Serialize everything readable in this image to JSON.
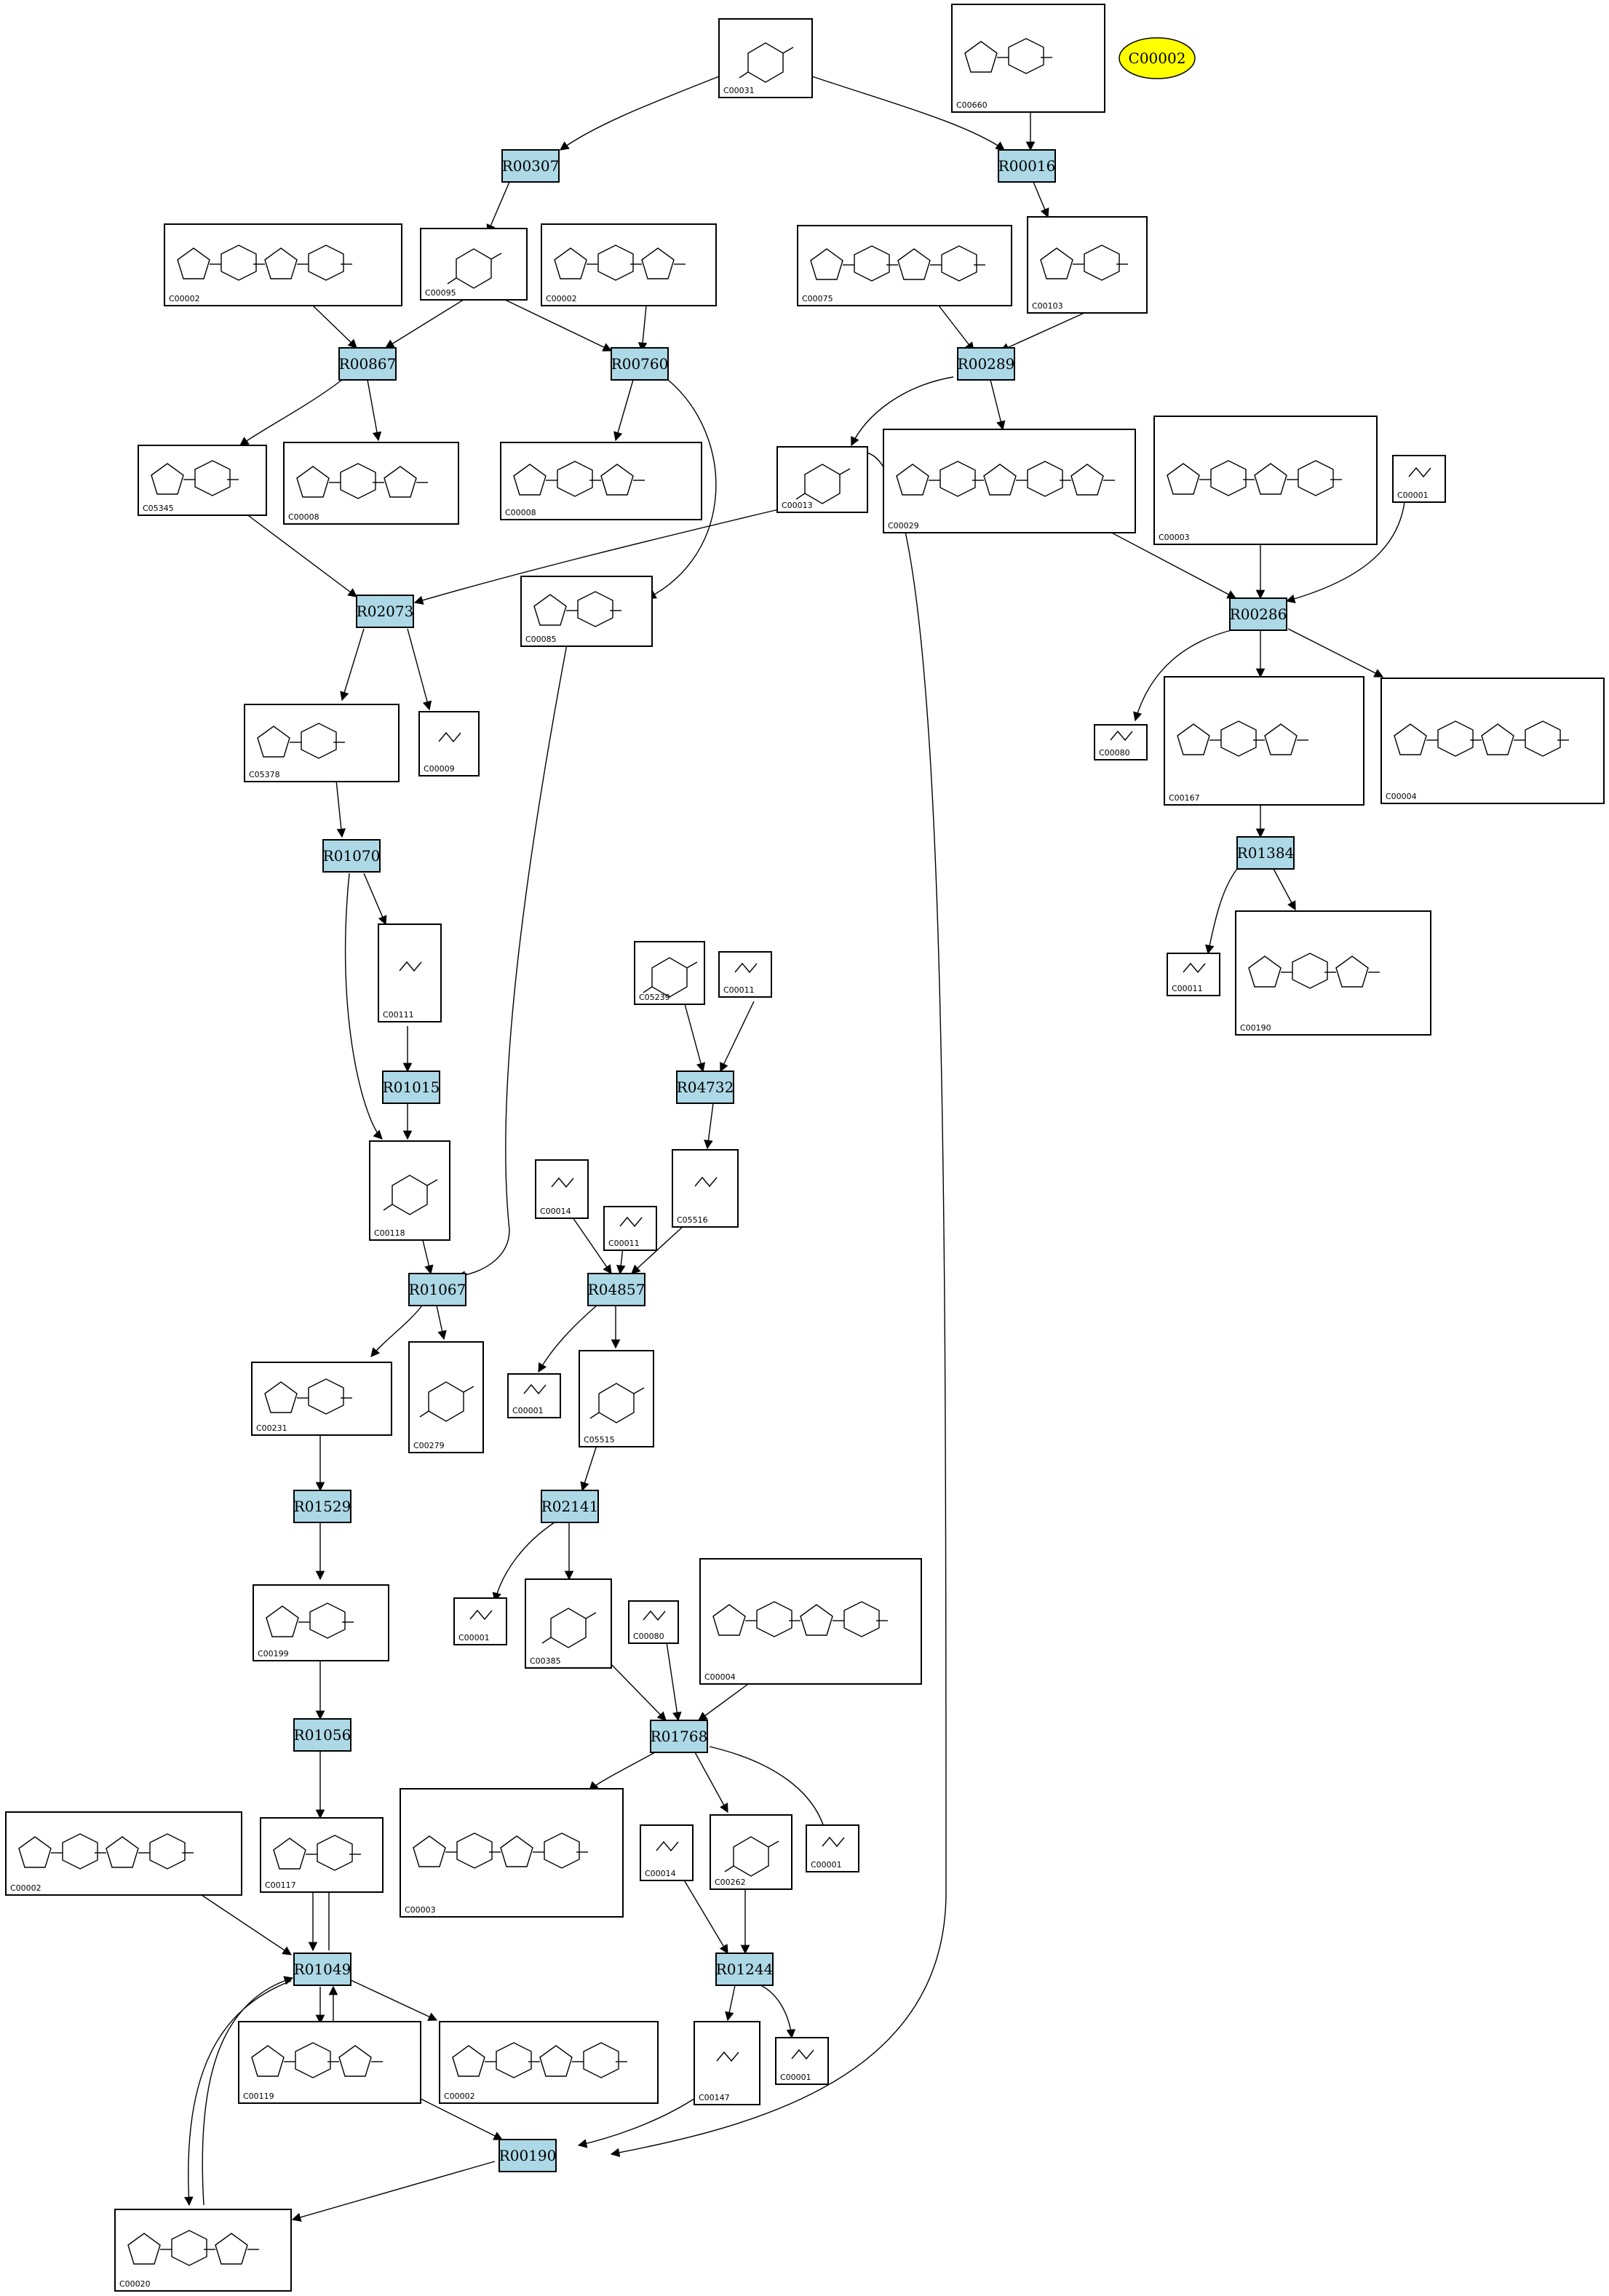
{
  "legend": {
    "label": "C00002",
    "color": "#ffff00"
  },
  "colors": {
    "reaction_fill": "#add8e6",
    "compound_fill": "#ffffff",
    "line": "#000000"
  },
  "reactions": [
    "R00307",
    "R00016",
    "R00867",
    "R00760",
    "R00289",
    "R00286",
    "R02073",
    "R01384",
    "R01070",
    "R04732",
    "R01015",
    "R01067",
    "R04857",
    "R01529",
    "R02141",
    "R01768",
    "R01056",
    "R01049",
    "R01244",
    "R00190"
  ],
  "compounds": [
    {
      "label": "C00031",
      "icon": "hexose-ring"
    },
    {
      "label": "C00660",
      "icon": "hexose-bisphosphate"
    },
    {
      "label": "C00002",
      "icon": "atp-structure"
    },
    {
      "label": "C00095",
      "icon": "furanose-ring"
    },
    {
      "label": "C00002",
      "icon": "atp-structure"
    },
    {
      "label": "C00075",
      "icon": "utp-structure"
    },
    {
      "label": "C00103",
      "icon": "hexose-phosphate"
    },
    {
      "label": "C05345",
      "icon": "furanose-phosphate"
    },
    {
      "label": "C00008",
      "icon": "adp-structure"
    },
    {
      "label": "C00008",
      "icon": "adp-structure"
    },
    {
      "label": "C00013",
      "icon": "pyrophosphate"
    },
    {
      "label": "C00029",
      "icon": "udp-glucose"
    },
    {
      "label": "C00003",
      "icon": "nad-structure"
    },
    {
      "label": "C00001",
      "icon": "water"
    },
    {
      "label": "C00085",
      "icon": "furanose-phosphate"
    },
    {
      "label": "C05378",
      "icon": "furanose-bisphosphate"
    },
    {
      "label": "C00009",
      "icon": "phosphate"
    },
    {
      "label": "C00080",
      "icon": "proton"
    },
    {
      "label": "C00167",
      "icon": "udp-glucuronate"
    },
    {
      "label": "C00004",
      "icon": "nadh-structure"
    },
    {
      "label": "C00111",
      "icon": "dihydroxyacetone-phosphate"
    },
    {
      "label": "C05239",
      "icon": "imidazole"
    },
    {
      "label": "C00011",
      "icon": "co2"
    },
    {
      "label": "C00011",
      "icon": "co2"
    },
    {
      "label": "C00190",
      "icon": "udp-xylose"
    },
    {
      "label": "C00118",
      "icon": "glyceraldehyde-phosphate"
    },
    {
      "label": "C00014",
      "icon": "ammonia"
    },
    {
      "label": "C00011",
      "icon": "co2"
    },
    {
      "label": "C05516",
      "icon": "imidazole-carboxylate"
    },
    {
      "label": "C00231",
      "icon": "xylulose-phosphate"
    },
    {
      "label": "C00279",
      "icon": "erythrose-phosphate"
    },
    {
      "label": "C00001",
      "icon": "water"
    },
    {
      "label": "C05515",
      "icon": "imidazole-carboxamide"
    },
    {
      "label": "C00199",
      "icon": "ribulose-phosphate"
    },
    {
      "label": "C00001",
      "icon": "water"
    },
    {
      "label": "C00385",
      "icon": "xanthine"
    },
    {
      "label": "C00080",
      "icon": "proton"
    },
    {
      "label": "C00004",
      "icon": "nadh-structure"
    },
    {
      "label": "C00117",
      "icon": "ribose-phosphate"
    },
    {
      "label": "C00002",
      "icon": "atp-structure"
    },
    {
      "label": "C00003",
      "icon": "nad-structure"
    },
    {
      "label": "C00014",
      "icon": "ammonia"
    },
    {
      "label": "C00262",
      "icon": "hypoxanthine"
    },
    {
      "label": "C00001",
      "icon": "water"
    },
    {
      "label": "C00119",
      "icon": "prpp"
    },
    {
      "label": "C00002",
      "icon": "atp-structure"
    },
    {
      "label": "C00147",
      "icon": "adenine"
    },
    {
      "label": "C00001",
      "icon": "water"
    },
    {
      "label": "C00020",
      "icon": "amp-structure"
    }
  ]
}
